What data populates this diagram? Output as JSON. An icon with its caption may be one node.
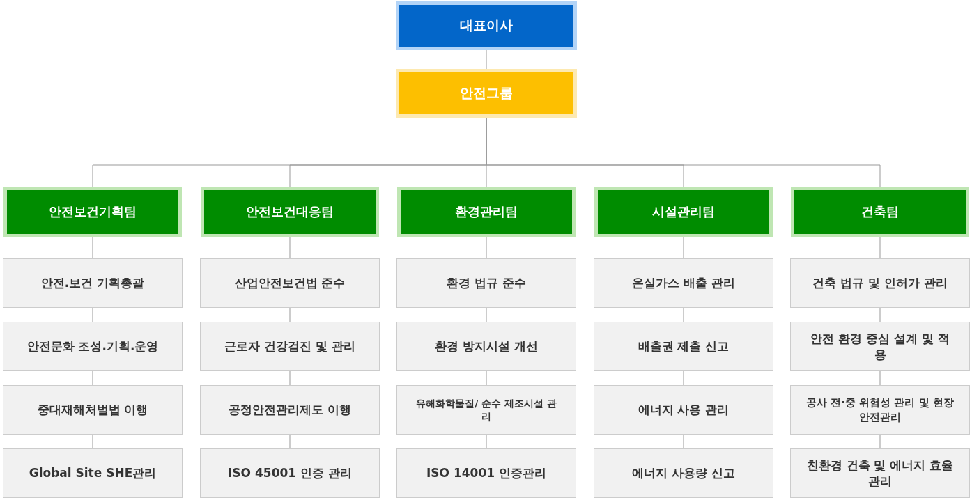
{
  "diagram": {
    "nodes": [
      {
        "text": [
          "대표이사"
        ]
      },
      {
        "text": [
          "안전그룹"
        ]
      },
      {
        "text": [
          "안전보건기획팀"
        ]
      },
      {
        "text": [
          "안전보건대응팀"
        ]
      },
      {
        "text": [
          "환경관리팀"
        ]
      },
      {
        "text": [
          "시설관리팀"
        ]
      },
      {
        "text": [
          "건축팀"
        ]
      },
      {
        "text": [
          "안전.보건 기획총괄"
        ]
      },
      {
        "text": [
          "산업안전보건법 준수"
        ]
      },
      {
        "text": [
          "환경 법규 준수"
        ]
      },
      {
        "text": [
          "온실가스 배출 관리"
        ]
      },
      {
        "text": [
          "건축 법규 및 인허가 관리"
        ]
      },
      {
        "text": [
          "안전문화 조성.기획.운영"
        ]
      },
      {
        "text": [
          "근로자 건강검진 및 관리"
        ]
      },
      {
        "text": [
          "환경 방지시설 개선"
        ]
      },
      {
        "text": [
          "배출권 제출 신고"
        ]
      },
      {
        "text": [
          "안전 환경 중심 설계 및 적용"
        ]
      },
      {
        "text": [
          "중대재해처벌법 이행"
        ]
      },
      {
        "text": [
          "공정안전관리제도 이행"
        ]
      },
      {
        "text": [
          "유해화학물질/ 순수 제조시설 관리"
        ]
      },
      {
        "text": [
          "에너지 사용 관리"
        ]
      },
      {
        "text": [
          "공사 전·중 위험성 관리 및 현장 안전관리"
        ]
      },
      {
        "text": [
          "Global Site SHE관리"
        ]
      },
      {
        "text": [
          "ISO 45001 인증 관리"
        ]
      },
      {
        "text": [
          "ISO 14001 인증관리"
        ]
      },
      {
        "text": [
          "에너지 사용량 신고"
        ]
      },
      {
        "text": [
          "친환경 건축 및 에너지 효율 관리"
        ]
      }
    ],
    "edges": [
      {
        "from": 0,
        "to": 1,
        "arrow": "none"
      },
      {
        "from": 1,
        "to": 2,
        "arrow": "none"
      },
      {
        "from": 1,
        "to": 3,
        "arrow": "none"
      },
      {
        "from": 1,
        "to": 4,
        "arrow": "none"
      },
      {
        "from": 1,
        "to": 5,
        "arrow": "none"
      },
      {
        "from": 1,
        "to": 6,
        "arrow": "none"
      },
      {
        "from": 2,
        "to": 7,
        "arrow": "none"
      },
      {
        "from": 3,
        "to": 8,
        "arrow": "none"
      },
      {
        "from": 4,
        "to": 9,
        "arrow": "none"
      },
      {
        "from": 5,
        "to": 10,
        "arrow": "none"
      },
      {
        "from": 6,
        "to": 11,
        "arrow": "none"
      },
      {
        "from": 7,
        "to": 12,
        "arrow": "none"
      },
      {
        "from": 8,
        "to": 13,
        "arrow": "none"
      },
      {
        "from": 9,
        "to": 14,
        "arrow": "none"
      },
      {
        "from": 10,
        "to": 15,
        "arrow": "none"
      },
      {
        "from": 11,
        "to": 16,
        "arrow": "none"
      },
      {
        "from": 12,
        "to": 17,
        "arrow": "none"
      },
      {
        "from": 13,
        "to": 18,
        "arrow": "none"
      },
      {
        "from": 14,
        "to": 19,
        "arrow": "none"
      },
      {
        "from": 15,
        "to": 20,
        "arrow": "none"
      },
      {
        "from": 16,
        "to": 21,
        "arrow": "none"
      },
      {
        "from": 17,
        "to": 22,
        "arrow": "none"
      },
      {
        "from": 18,
        "to": 23,
        "arrow": "none"
      },
      {
        "from": 19,
        "to": 24,
        "arrow": "none"
      },
      {
        "from": 20,
        "to": 25,
        "arrow": "none"
      },
      {
        "from": 21,
        "to": 26,
        "arrow": "none"
      }
    ]
  }
}
